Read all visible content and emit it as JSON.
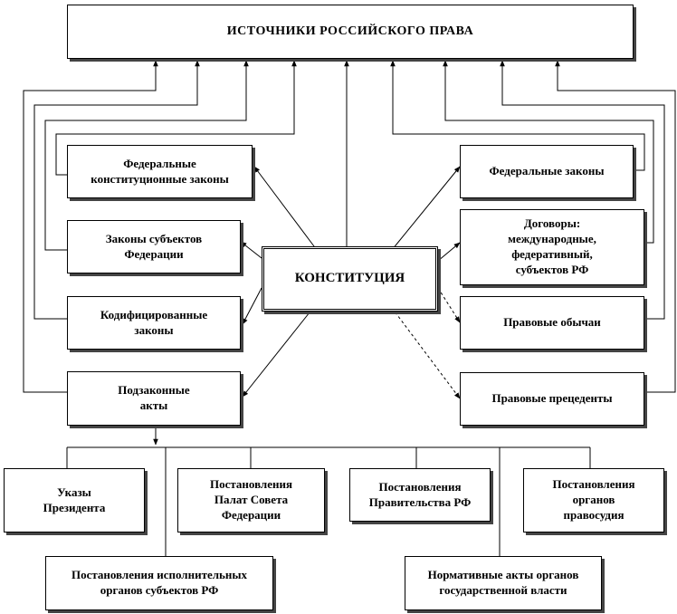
{
  "title": "ИСТОЧНИКИ РОССИЙСКОГО ПРАВА",
  "center": "КОНСТИТУЦИЯ",
  "left": [
    "Федеральные\nконституционные законы",
    "Законы субъектов\nФедерации",
    "Кодифицированные\nзаконы",
    "Подзаконные\nакты"
  ],
  "right": [
    "Федеральные законы",
    "Договоры:\nмеждународные,\nфедеративный,\nсубъектов РФ",
    "Правовые обычаи",
    "Правовые прецеденты"
  ],
  "bottom": [
    "Указы\nПрезидента",
    "Постановления\nПалат Совета\nФедерации",
    "Постановления\nПравительства РФ",
    "Постановления\nорганов\nправосудия"
  ],
  "lower": [
    "Постановления исполнительных\nорганов субъектов РФ",
    "Нормативные акты органов\nгосударственной власти"
  ]
}
